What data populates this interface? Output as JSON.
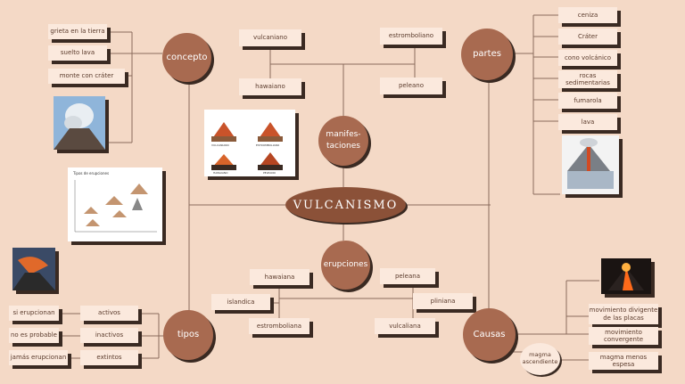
{
  "title": "VULCANISMO",
  "concepto": {
    "label": "concepto",
    "items": [
      "grieta en la tierra",
      "suelto lava",
      "monte con cráter"
    ]
  },
  "manifestaciones": {
    "label": "manifes-\ntaciones",
    "items": [
      "vulcaniano",
      "estromboliano",
      "hawaiano",
      "peleano"
    ],
    "diagram_labels": [
      "VULCANIANO",
      "ESTROMBOLIANO",
      "HAWAIANO",
      "PELEANO"
    ]
  },
  "partes": {
    "label": "partes",
    "items": [
      "ceniza",
      "Cráter",
      "cono volcánico",
      "rocas sedimentarias",
      "fumarola",
      "lava"
    ]
  },
  "erupciones": {
    "label": "erupciones",
    "items": [
      "hawaiana",
      "peleana",
      "islandica",
      "pliniana",
      "estromboliana",
      "vulcaliana"
    ],
    "chart_title": "Tipos de erupciones"
  },
  "tipos": {
    "label": "tipos",
    "items": [
      "activos",
      "inactivos",
      "extintos"
    ],
    "descriptions": [
      "si erupcionan",
      "no es probable",
      "jamás erupcionan"
    ]
  },
  "causas": {
    "label": "Causas",
    "items": [
      "movimiento divigente de las placas",
      "movimiento convergente",
      "magma menos espesa"
    ],
    "magma": "magma ascendiente"
  }
}
